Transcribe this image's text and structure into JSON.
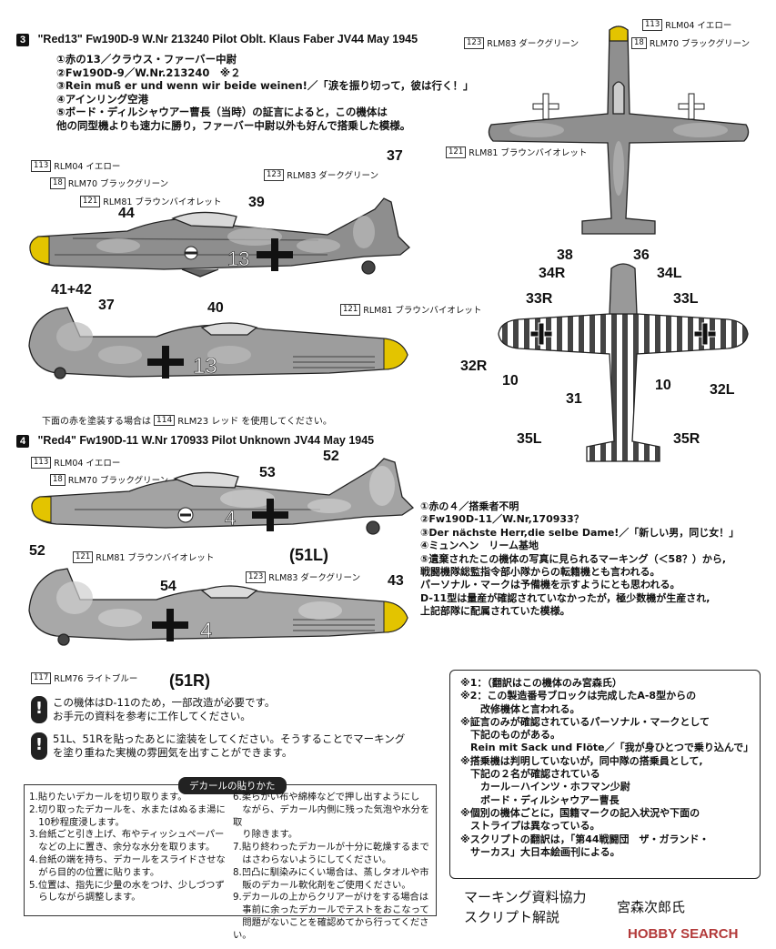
{
  "section3": {
    "num": "3",
    "header": "\"Red13\"  Fw190D-9  W.Nr 213240  Pilot Oblt. Klaus Faber   JV44  May 1945",
    "notes": [
      "①赤の13／クラウス・ファーバー中尉",
      "②Fw190D-9／W.Nr.213240　※２",
      "③Rein muß er und wenn wir beide weinen!／「涙を振り切って，彼は行く！」",
      "④アインリング空港",
      "⑤ボード・ディルシャウアー曹長（当時）の証言によると，この機体は",
      "他の同型機よりも速力に勝り，ファーバー中尉以外も好んで搭乗した模様。"
    ],
    "tags": {
      "rlm04": {
        "num": "113",
        "label": "RLM04 イエロー"
      },
      "rlm70": {
        "num": "18",
        "label": "RLM70 ブラックグリーン"
      },
      "rlm81": {
        "num": "121",
        "label": "RLM81 ブラウンバイオレット"
      },
      "rlm83": {
        "num": "123",
        "label": "RLM83 ダークグリーン"
      },
      "rlm81b": {
        "num": "121",
        "label": "RLM81 ブラウンバイオレット"
      }
    },
    "callouts": {
      "c37": "37",
      "c44": "44",
      "c39": "39",
      "c4142": "41+42",
      "c37b": "37",
      "c40": "40"
    },
    "fuselage_number": "13",
    "bottom_note_pre": "下面の赤を塗装する場合は",
    "bottom_note_num": "114",
    "bottom_note_post": "RLM23 レッド を使用してください。"
  },
  "topview": {
    "tags": {
      "rlm04": {
        "num": "113",
        "label": "RLM04 イエロー"
      },
      "rlm83": {
        "num": "123",
        "label": "RLM83 ダークグリーン"
      },
      "rlm70": {
        "num": "18",
        "label": "RLM70 ブラックグリーン"
      },
      "rlm81": {
        "num": "121",
        "label": "RLM81 ブラウンバイオレット"
      }
    }
  },
  "underside": {
    "callouts": {
      "c38": "38",
      "c36": "36",
      "c34r": "34R",
      "c34l": "34L",
      "c33r": "33R",
      "c33l": "33L",
      "c32r": "32R",
      "c32l": "32L",
      "c10a": "10",
      "c10b": "10",
      "c31": "31",
      "c35l": "35L",
      "c35r": "35R"
    }
  },
  "section4": {
    "num": "4",
    "header": "\"Red4\"  Fw190D-11  W.Nr 170933  Pilot Unknown  JV44  May 1945",
    "tags": {
      "rlm04": {
        "num": "113",
        "label": "RLM04 イエロー"
      },
      "rlm70": {
        "num": "18",
        "label": "RLM70 ブラックグリーン"
      },
      "rlm81": {
        "num": "121",
        "label": "RLM81 ブラウンバイオレット"
      },
      "rlm83": {
        "num": "123",
        "label": "RLM83 ダークグリーン"
      },
      "rlm76": {
        "num": "117",
        "label": "RLM76 ライトブルー"
      }
    },
    "callouts": {
      "c52": "52",
      "c53": "53",
      "c51l": "(51L)",
      "c52b": "52",
      "c54": "54",
      "c43": "43",
      "c51r": "(51R)"
    },
    "fuselage_number": "4",
    "notes": [
      "①赤の４／搭乗者不明",
      "②Fw190D-11／W.Nr,170933？",
      "③Der nächste Herr,die selbe Dame!／「新しい男，同じ女！」",
      "④ミュンヘン　リーム基地",
      "⑤遺棄されたこの機体の写真に見られるマーキング（＜58？）から,",
      "戦闘機隊総監指令部小隊からの転籍機とも言われる。",
      "パーソナル・マークは予備機を示すようにとも思われる。",
      "D-11型は量産が確認されていなかったが，極少数機が生産され,",
      "上記部隊に配属されていた模様。"
    ]
  },
  "warnings": [
    [
      "この機体はD-11のため，一部改造が必要です。",
      "お手元の資料を参考に工作してください。"
    ],
    [
      "51L、51Rを貼ったあとに塗装をしてください。そうすることでマーキング",
      "を塗り重ねた実機の雰囲気を出すことができます。"
    ]
  ],
  "decal": {
    "title": "デカールの貼りかた",
    "col1": [
      "1.貼りたいデカールを切り取ります。",
      "2.切り取ったデカールを、水またはぬるま湯に",
      "　10秒程度浸します。",
      "3.台紙ごと引き上げ、布やティッシュペーパー",
      "　などの上に置き、余分な水分を取ります。",
      "4.台紙の端を持ち、デカールをスライドさせな",
      "　がら目的の位置に貼ります。",
      "5.位置は、指先に少量の水をつけ、少しづつず",
      "　らしながら調整します。"
    ],
    "col2": [
      "6.柔らかい布や綿棒などで押し出すようにし",
      "　ながら、デカール内側に残った気泡や水分を取",
      "　り除きます。",
      "7.貼り終わったデカールが十分に乾燥するまで",
      "　はさわらないようにしてください。",
      "8.凹凸に馴染みにくい場合は、蒸しタオルや市",
      "　販のデカール軟化剤をご使用ください。",
      "9.デカールの上からクリアーがけをする場合は",
      "　事前に余ったデカールでテストをおこなって",
      "　問題がないことを確認めてから行ってください。"
    ]
  },
  "translation_notes": [
    "※1：（翻訳はこの機体のみ宮森氏）",
    "※2：この製造番号ブロックは完成したA-8型からの",
    "　　改修機体と言われる。",
    "※証言のみが確認されているパーソナル・マークとして",
    "　下記のものがある。",
    "　Rein mit Sack und Flöte／「我が身ひとつで乗り込んで」",
    "※搭乗機は判明していないが，同中隊の搭乗員として,",
    "　下記の２名が確認されている",
    "　　カール－ハインツ・ホフマン少尉",
    "　　ボード・ディルシャウアー曹長",
    "※個別の機体ごとに，国籍マークの記入状況や下面の",
    "　ストライプは異なっている。",
    "※スクリプトの翻訳は，「第44戦闘団　ザ・ガランド・",
    "　サーカス」大日本絵画刊による。"
  ],
  "credits": {
    "line1": "マーキング資料協力",
    "line2": "スクリプト解説",
    "name": "宮森次郎氏"
  },
  "watermark": "HOBBY SEARCH"
}
